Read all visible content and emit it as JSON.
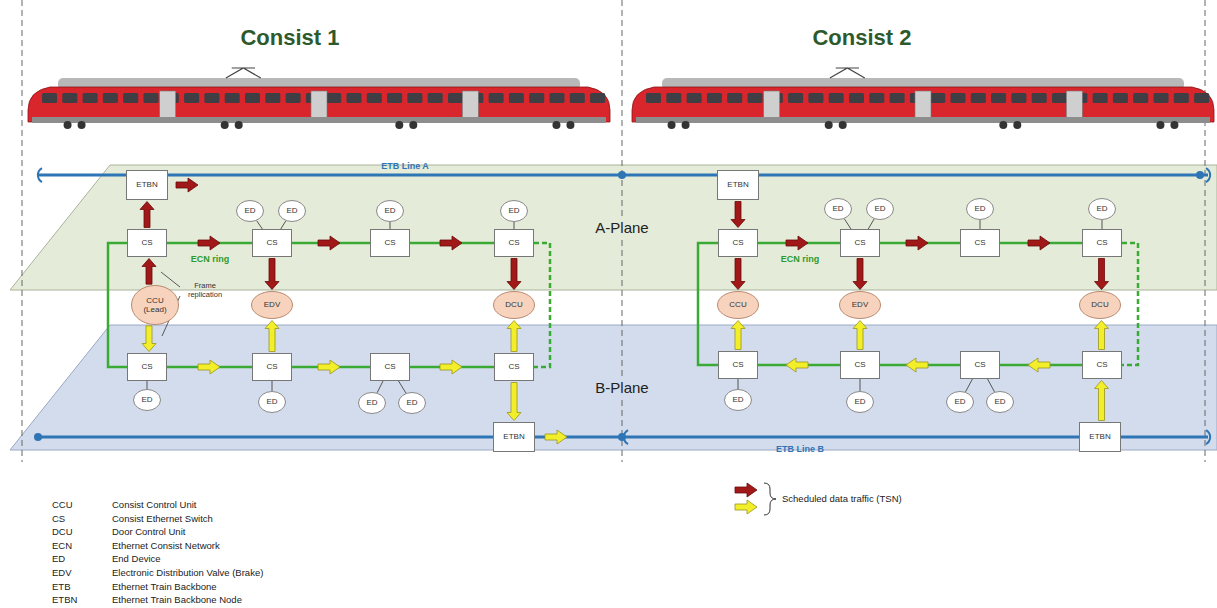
{
  "diagram": {
    "nodes": [
      {
        "text": [
          "ETBN"
        ]
      },
      {
        "text": [
          "ED"
        ]
      },
      {
        "text": [
          "ED"
        ]
      },
      {
        "text": [
          "ED"
        ]
      },
      {
        "text": [
          "ED"
        ]
      },
      {
        "text": [
          "CS"
        ]
      },
      {
        "text": [
          "CS"
        ]
      },
      {
        "text": [
          "CS"
        ]
      },
      {
        "text": [
          "CS"
        ]
      },
      {
        "text": [
          "CCU (Lead)"
        ]
      },
      {
        "text": [
          "EDV"
        ]
      },
      {
        "text": [
          "DCU"
        ]
      },
      {
        "text": [
          "CS"
        ]
      },
      {
        "text": [
          "CS"
        ]
      },
      {
        "text": [
          "CS"
        ]
      },
      {
        "text": [
          "CS"
        ]
      },
      {
        "text": [
          "ED"
        ]
      },
      {
        "text": [
          "ED"
        ]
      },
      {
        "text": [
          "ED"
        ]
      },
      {
        "text": [
          "ED"
        ]
      },
      {
        "text": [
          "ETBN"
        ]
      },
      {
        "text": [
          "ETBN"
        ]
      },
      {
        "text": [
          "ED"
        ]
      },
      {
        "text": [
          "ED"
        ]
      },
      {
        "text": [
          "ED"
        ]
      },
      {
        "text": [
          "ED"
        ]
      },
      {
        "text": [
          "CS"
        ]
      },
      {
        "text": [
          "CS"
        ]
      },
      {
        "text": [
          "CS"
        ]
      },
      {
        "text": [
          "CS"
        ]
      },
      {
        "text": [
          "CCU"
        ]
      },
      {
        "text": [
          "EDV"
        ]
      },
      {
        "text": [
          "DCU"
        ]
      },
      {
        "text": [
          "CS"
        ]
      },
      {
        "text": [
          "CS"
        ]
      },
      {
        "text": [
          "CS"
        ]
      },
      {
        "text": [
          "CS"
        ]
      },
      {
        "text": [
          "ED"
        ]
      },
      {
        "text": [
          "ED"
        ]
      },
      {
        "text": [
          "ED"
        ]
      },
      {
        "text": [
          "ED"
        ]
      },
      {
        "text": [
          "ETBN"
        ]
      }
    ],
    "edges": [
      {
        "from": 1,
        "to": 6,
        "arrow": "none"
      },
      {
        "from": 2,
        "to": 6,
        "arrow": "none"
      },
      {
        "from": 3,
        "to": 7,
        "arrow": "none"
      },
      {
        "from": 4,
        "to": 8,
        "arrow": "none"
      },
      {
        "from": 16,
        "to": 12,
        "arrow": "none"
      },
      {
        "from": 17,
        "to": 13,
        "arrow": "none"
      },
      {
        "from": 18,
        "to": 14,
        "arrow": "none"
      },
      {
        "from": 19,
        "to": 14,
        "arrow": "none"
      },
      {
        "from": 5,
        "to": 6,
        "arrow": "none"
      },
      {
        "from": 6,
        "to": 7,
        "arrow": "none"
      },
      {
        "from": 7,
        "to": 8,
        "arrow": "none"
      },
      {
        "from": 12,
        "to": 13,
        "arrow": "none"
      },
      {
        "from": 13,
        "to": 14,
        "arrow": "none"
      },
      {
        "from": 14,
        "to": 15,
        "arrow": "none"
      },
      {
        "from": 5,
        "to": 12,
        "arrow": "none"
      },
      {
        "from": 8,
        "to": 15,
        "arrow": "none"
      },
      {
        "from": 5,
        "to": 0,
        "arrow": "to"
      },
      {
        "from": 9,
        "to": 5,
        "arrow": "to"
      },
      {
        "from": 9,
        "to": 12,
        "arrow": "to"
      },
      {
        "from": 6,
        "to": 10,
        "arrow": "to"
      },
      {
        "from": 13,
        "to": 10,
        "arrow": "to"
      },
      {
        "from": 8,
        "to": 11,
        "arrow": "to"
      },
      {
        "from": 15,
        "to": 11,
        "arrow": "to"
      },
      {
        "from": 15,
        "to": 20,
        "arrow": "to"
      },
      {
        "from": 22,
        "to": 27,
        "arrow": "none"
      },
      {
        "from": 23,
        "to": 27,
        "arrow": "none"
      },
      {
        "from": 24,
        "to": 28,
        "arrow": "none"
      },
      {
        "from": 25,
        "to": 29,
        "arrow": "none"
      },
      {
        "from": 37,
        "to": 33,
        "arrow": "none"
      },
      {
        "from": 38,
        "to": 34,
        "arrow": "none"
      },
      {
        "from": 39,
        "to": 35,
        "arrow": "none"
      },
      {
        "from": 40,
        "to": 35,
        "arrow": "none"
      },
      {
        "from": 26,
        "to": 27,
        "arrow": "none"
      },
      {
        "from": 27,
        "to": 28,
        "arrow": "none"
      },
      {
        "from": 28,
        "to": 29,
        "arrow": "none"
      },
      {
        "from": 33,
        "to": 34,
        "arrow": "none"
      },
      {
        "from": 34,
        "to": 35,
        "arrow": "none"
      },
      {
        "from": 35,
        "to": 36,
        "arrow": "none"
      },
      {
        "from": 26,
        "to": 33,
        "arrow": "none"
      },
      {
        "from": 29,
        "to": 36,
        "arrow": "none"
      },
      {
        "from": 21,
        "to": 26,
        "arrow": "to"
      },
      {
        "from": 26,
        "to": 30,
        "arrow": "to"
      },
      {
        "from": 33,
        "to": 30,
        "arrow": "to"
      },
      {
        "from": 27,
        "to": 31,
        "arrow": "to"
      },
      {
        "from": 34,
        "to": 31,
        "arrow": "to"
      },
      {
        "from": 29,
        "to": 32,
        "arrow": "to"
      },
      {
        "from": 36,
        "to": 32,
        "arrow": "to"
      },
      {
        "from": 41,
        "to": 36,
        "arrow": "to"
      }
    ],
    "labels": [
      "Consist 1",
      "Consist 2",
      "ETB Line A",
      "ETB Line B",
      "A-Plane",
      "B-Plane",
      "ECN ring",
      "ECN ring",
      "Frame replication",
      "CCU",
      "Consist Control Unit",
      "CS",
      "Consist Ethernet Switch",
      "DCU",
      "Door Control Unit",
      "ECN",
      "Ethernet Consist Network",
      "ED",
      "End Device",
      "EDV",
      "Electronic Distribution Valve (Brake)",
      "ETB",
      "Ethernet Train Backbone",
      "ETBN",
      "Ethernet Train Backbone Node"
    ],
    "legend": [
      {
        "text": "Scheduled data traffic (TSN)"
      }
    ]
  }
}
